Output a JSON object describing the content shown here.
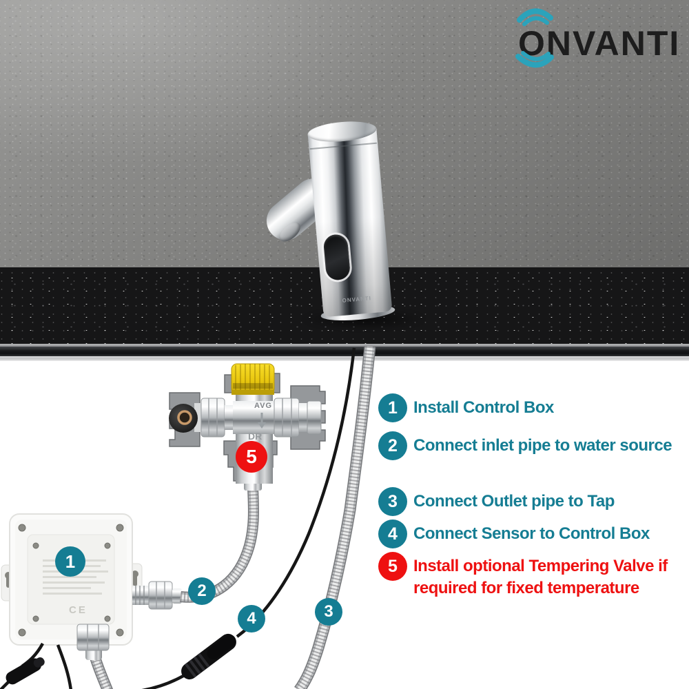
{
  "brand": {
    "name": "ONVANTI"
  },
  "faucet": {
    "brand_text": "ONVANTI"
  },
  "colors": {
    "teal": "#157d93",
    "red": "#ee1111",
    "logo_teal": "#2ba3bb",
    "logo_black": "#1d1d1d"
  },
  "steps": [
    {
      "number": "1",
      "label": "Install Control Box",
      "highlight": false
    },
    {
      "number": "2",
      "label": "Connect inlet pipe to water source",
      "highlight": false
    },
    {
      "number": "3",
      "label": "Connect Outlet pipe to Tap",
      "highlight": false
    },
    {
      "number": "4",
      "label": "Connect Sensor to Control Box",
      "highlight": false
    },
    {
      "number": "5",
      "label": "Install optional Tempering Valve if required for fixed temperature",
      "highlight": true
    }
  ],
  "diagram": {
    "valve": {
      "avg_label": "AVG",
      "dr_label": "DR"
    },
    "control_box": {
      "ce_mark": "CE"
    }
  }
}
